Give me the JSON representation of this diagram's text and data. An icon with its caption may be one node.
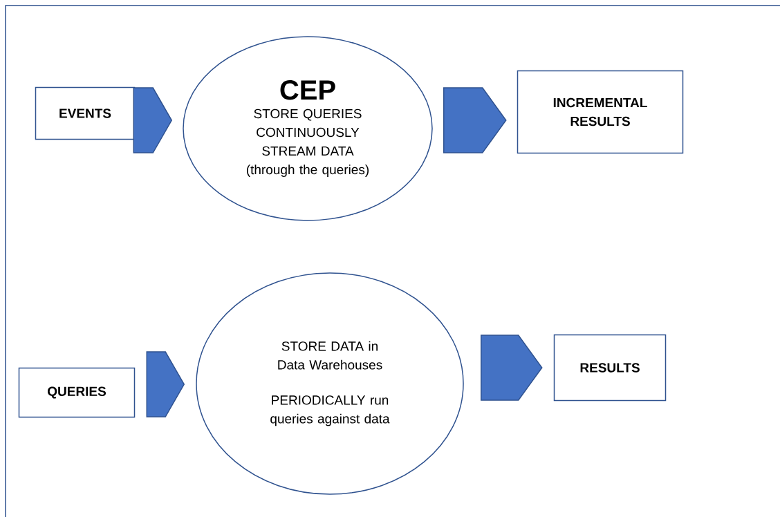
{
  "diagram": {
    "nodes": [
      {
        "text": [
          "EVENTS"
        ]
      },
      {
        "text": [
          "CEP",
          "STORE QUERIES",
          "CONTINUOUSLY",
          "STREAM DATA",
          "(through the queries)"
        ]
      },
      {
        "text": [
          "INCREMENTAL RESULTS"
        ]
      },
      {
        "text": [
          "QUERIES"
        ]
      },
      {
        "text": [
          "STORE DATA in Data Warehouses",
          "PERIODICALLY run queries against data"
        ]
      },
      {
        "text": [
          "RESULTS"
        ]
      }
    ],
    "edges": [
      {
        "from": 0,
        "to": 1,
        "arrow": "to"
      },
      {
        "from": 1,
        "to": 2,
        "arrow": "to"
      },
      {
        "from": 3,
        "to": 4,
        "arrow": "to"
      },
      {
        "from": 4,
        "to": 5,
        "arrow": "to"
      }
    ]
  }
}
